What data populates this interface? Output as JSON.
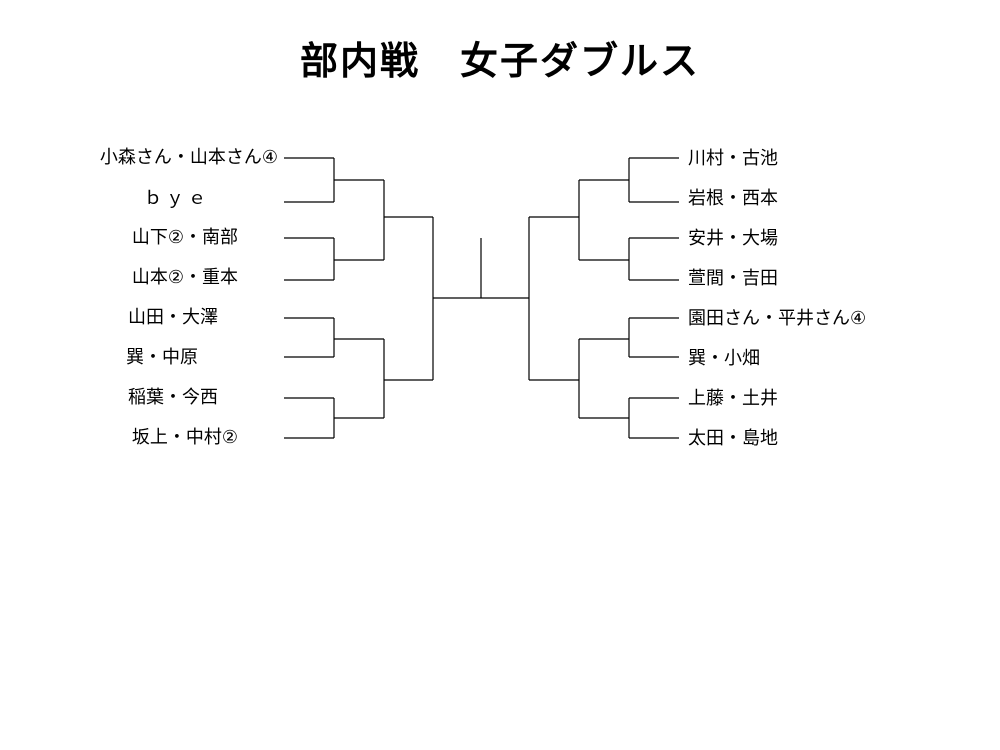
{
  "title": "部内戦　女子ダブルス",
  "left_entries": [
    "小森さん・山本さん④",
    "ｂｙｅ",
    "山下②・南部",
    "山本②・重本",
    "山田・大澤",
    "巽・中原",
    "稲葉・今西",
    "坂上・中村②"
  ],
  "right_entries": [
    "川村・古池",
    "岩根・西本",
    "安井・大場",
    "萱間・吉田",
    "園田さん・平井さん④",
    "巽・小畑",
    "上藤・土井",
    "太田・島地"
  ]
}
